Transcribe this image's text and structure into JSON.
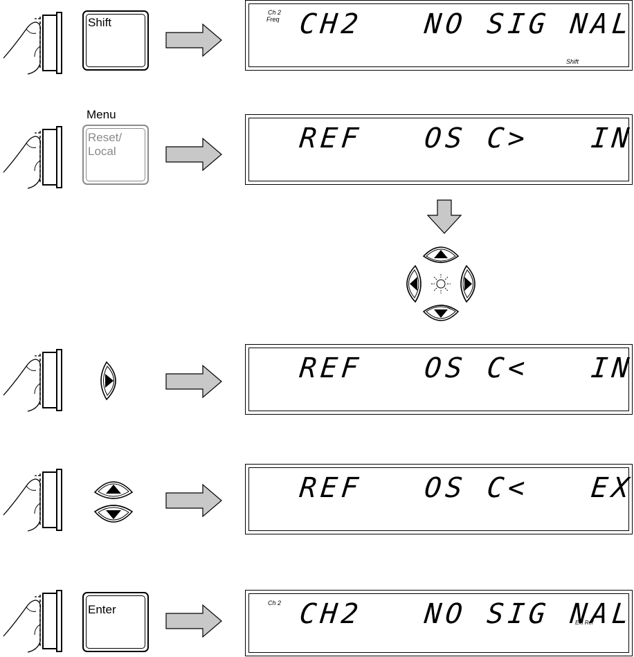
{
  "steps": [
    {
      "key": {
        "type": "rect",
        "label_line1": "Shift",
        "label_line2": "",
        "caption": "",
        "grey": false
      },
      "display": {
        "text": "CH2   NO SIG NAL",
        "annunciator_ch": "Ch 2",
        "annunciator_sub": "Freq",
        "annunciator_br": "Shift"
      }
    },
    {
      "key": {
        "type": "rect",
        "label_line1": "Reset/",
        "label_line2": "Local",
        "caption": "Menu",
        "grey": true
      },
      "display": {
        "text": "REF   OS C>   INT",
        "annunciator_ch": "",
        "annunciator_sub": "",
        "annunciator_br": ""
      }
    },
    {
      "key": {
        "type": "right"
      },
      "display": {
        "text": "REF   OS C<   INT",
        "annunciator_ch": "",
        "annunciator_sub": "",
        "annunciator_br": ""
      }
    },
    {
      "key": {
        "type": "updown"
      },
      "display": {
        "text": "REF   OS C<   EXT",
        "annunciator_ch": "",
        "annunciator_sub": "",
        "annunciator_br": ""
      }
    },
    {
      "key": {
        "type": "rect",
        "label_line1": "Enter",
        "label_line2": "",
        "caption": "",
        "grey": false
      },
      "display": {
        "text": "CH2   NO SIG NAL",
        "annunciator_ch": "Ch 2",
        "annunciator_sub": "",
        "annunciator_br": "Ext Ref"
      }
    }
  ],
  "colors": {
    "arrow_fill": "#c8c8c8",
    "key_grey": "#8a8a8a",
    "line": "#000000"
  },
  "icons": {
    "finger": "finger-press-icon",
    "arrow": "right-arrow-icon",
    "down_arrow": "down-arrow-icon",
    "nav": "arrow-keypad-icon"
  }
}
